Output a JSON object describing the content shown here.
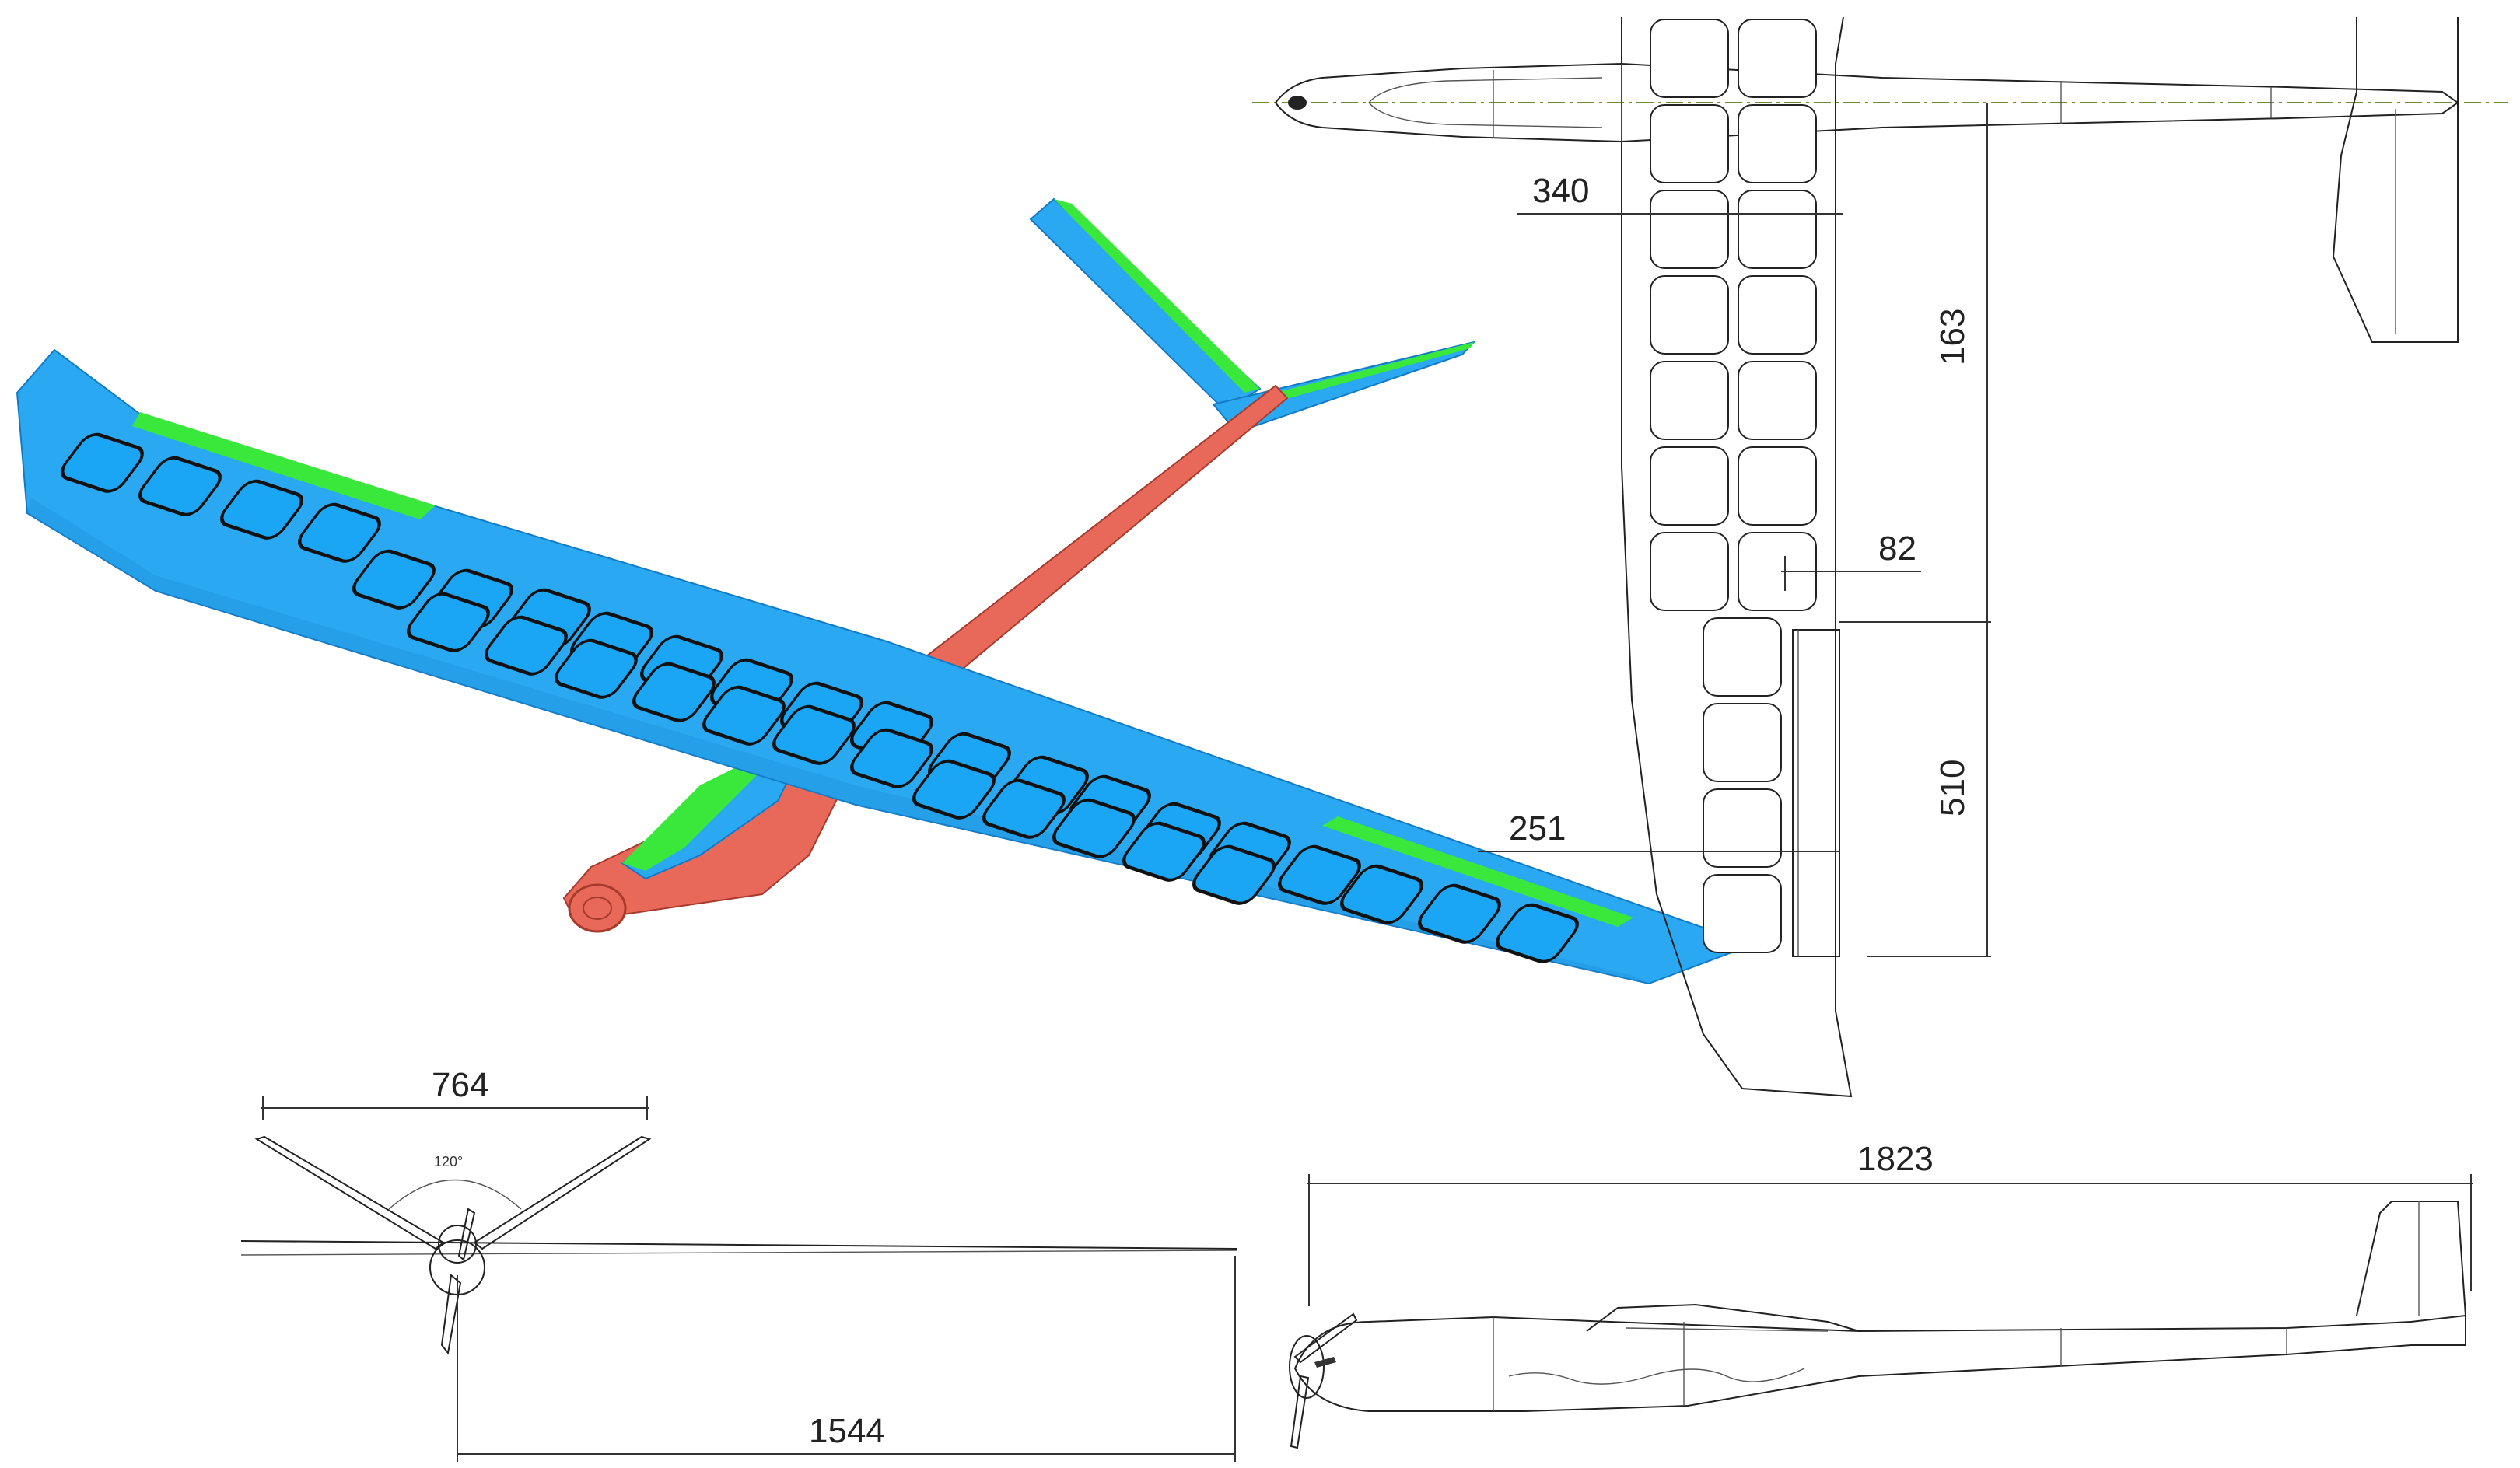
{
  "views": {
    "iso": {
      "name": "isometric-3d-view"
    },
    "top": {
      "name": "top-view"
    },
    "front": {
      "name": "front-view"
    },
    "side": {
      "name": "side-view"
    }
  },
  "dimensions": {
    "chord_root": "340",
    "panel_length": "163",
    "cell_size": "82",
    "panel2_length": "510",
    "chord_inner": "251",
    "tail_span": "764",
    "dihedral_angle": "120°",
    "half_span": "1544",
    "overall_length": "1823"
  },
  "colors": {
    "wing": "#2aa9f2",
    "control_surface": "#39e83b",
    "fuselage": "#e8695a",
    "centerline": "#6b8f2e"
  }
}
